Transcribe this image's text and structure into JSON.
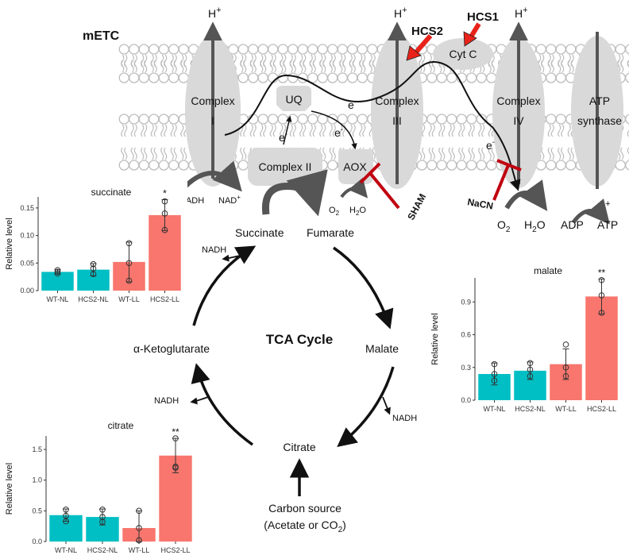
{
  "membrane": {
    "label": "mETC",
    "proton": "H",
    "proton_sup": "+",
    "complex1": [
      "Complex",
      "I"
    ],
    "complex2": "Complex II",
    "complex3": [
      "Complex",
      "III"
    ],
    "complex4": [
      "Complex",
      "IV"
    ],
    "atp_synthase": [
      "ATP",
      "synthase"
    ],
    "uq": "UQ",
    "cytc": "Cyt C",
    "aox": "AOX",
    "electron": "e",
    "electron_sup": "-",
    "nadh": "NADH",
    "nad": "NAD",
    "nad_sup": "+",
    "o2": "O",
    "o2_sub": "2",
    "h2o_h": "H",
    "h2o_sub": "2",
    "h2o_o": "O",
    "adp": "ADP",
    "atp": "ATP",
    "sham": "SHAM",
    "nacn": "NaCN",
    "hcs1": "HCS1",
    "hcs2": "HCS2"
  },
  "tca": {
    "title": "TCA Cycle",
    "succinate": "Succinate",
    "fumarate": "Fumarate",
    "malate": "Malate",
    "citrate": "Citrate",
    "akg": "α-Ketoglutarate",
    "nadh": "NADH",
    "carbon_line1": "Carbon source",
    "carbon_line2": "(Acetate or CO",
    "carbon_sub": "2",
    "carbon_close": ")"
  },
  "colors": {
    "wt": "#00BFC4",
    "hcs": "#F8766D",
    "inhibitor": "#c0000f",
    "red_arrow": "#e8231a",
    "protein": "#d9d9d9"
  },
  "chart_data": [
    {
      "type": "bar",
      "title": "succinate",
      "ylabel": "Relative level",
      "categories": [
        "WT-NL",
        "HCS2-NL",
        "WT-LL",
        "HCS2-LL"
      ],
      "values": [
        0.034,
        0.038,
        0.052,
        0.137
      ],
      "errors": [
        0.004,
        0.011,
        0.036,
        0.028
      ],
      "points": [
        [
          0.031,
          0.034,
          0.037
        ],
        [
          0.03,
          0.04,
          0.048
        ],
        [
          0.018,
          0.05,
          0.086
        ],
        [
          0.11,
          0.14,
          0.162
        ]
      ],
      "sig": [
        "",
        "",
        "",
        "*"
      ],
      "ylim": [
        0,
        0.17
      ],
      "yticks": [
        "0.00",
        "0.05",
        "0.10",
        "0.15"
      ],
      "yticks_values": [
        0,
        0.05,
        0.1,
        0.15
      ],
      "grid": false
    },
    {
      "type": "bar",
      "title": "malate",
      "ylabel": "Relative level",
      "categories": [
        "WT-NL",
        "HCS2-NL",
        "WT-LL",
        "HCS2-LL"
      ],
      "values": [
        0.24,
        0.27,
        0.33,
        0.95
      ],
      "errors": [
        0.1,
        0.08,
        0.14,
        0.16
      ],
      "points": [
        [
          0.18,
          0.24,
          0.33
        ],
        [
          0.22,
          0.28,
          0.34
        ],
        [
          0.22,
          0.3,
          0.51
        ],
        [
          0.8,
          0.96,
          1.1
        ]
      ],
      "sig": [
        "",
        "",
        "",
        "**"
      ],
      "ylim": [
        0,
        1.12
      ],
      "yticks": [
        "0.0",
        "0.3",
        "0.6",
        "0.9"
      ],
      "yticks_values": [
        0,
        0.3,
        0.6,
        0.9
      ],
      "grid": false
    },
    {
      "type": "bar",
      "title": "citrate",
      "ylabel": "Relative level",
      "categories": [
        "WT-NL",
        "HCS2-NL",
        "WT-LL",
        "HCS2-LL"
      ],
      "values": [
        0.43,
        0.4,
        0.22,
        1.4
      ],
      "errors": [
        0.1,
        0.13,
        0.28,
        0.28
      ],
      "points": [
        [
          0.33,
          0.42,
          0.52
        ],
        [
          0.32,
          0.4,
          0.52
        ],
        [
          0.02,
          0.22,
          0.5
        ],
        [
          1.2,
          1.22,
          1.68
        ]
      ],
      "sig": [
        "",
        "",
        "",
        "**"
      ],
      "ylim": [
        0,
        1.72
      ],
      "yticks": [
        "0.0",
        "0.5",
        "1.0",
        "1.5"
      ],
      "yticks_values": [
        0,
        0.5,
        1.0,
        1.5
      ],
      "grid": false
    }
  ]
}
